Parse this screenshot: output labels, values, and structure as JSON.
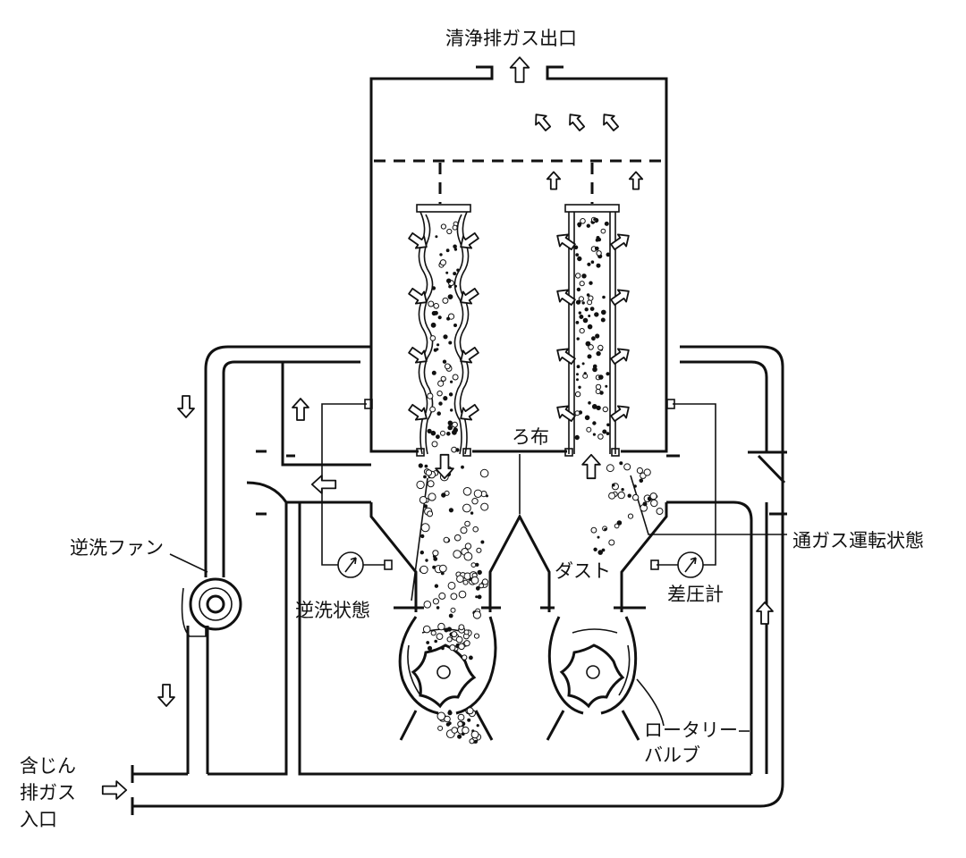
{
  "labels": {
    "clean_gas_outlet": "清浄排ガス出口",
    "filter_cloth": "ろ布",
    "backwash_fan": "逆洗ファン",
    "backwash_state": "逆洗状態",
    "gas_flow_state": "通ガス運転状態",
    "dust": "ダスト",
    "diff_pressure_gauge": "差圧計",
    "rotary_valve_line1": "ロータリー",
    "rotary_valve_line2": "バルブ",
    "inlet_line1": "含じん",
    "inlet_line2": "排ガス",
    "inlet_line3": "入口"
  },
  "icons": [
    "flow-arrow-icon",
    "pressure-gauge-icon",
    "fan-icon",
    "rotary-valve-icon"
  ]
}
